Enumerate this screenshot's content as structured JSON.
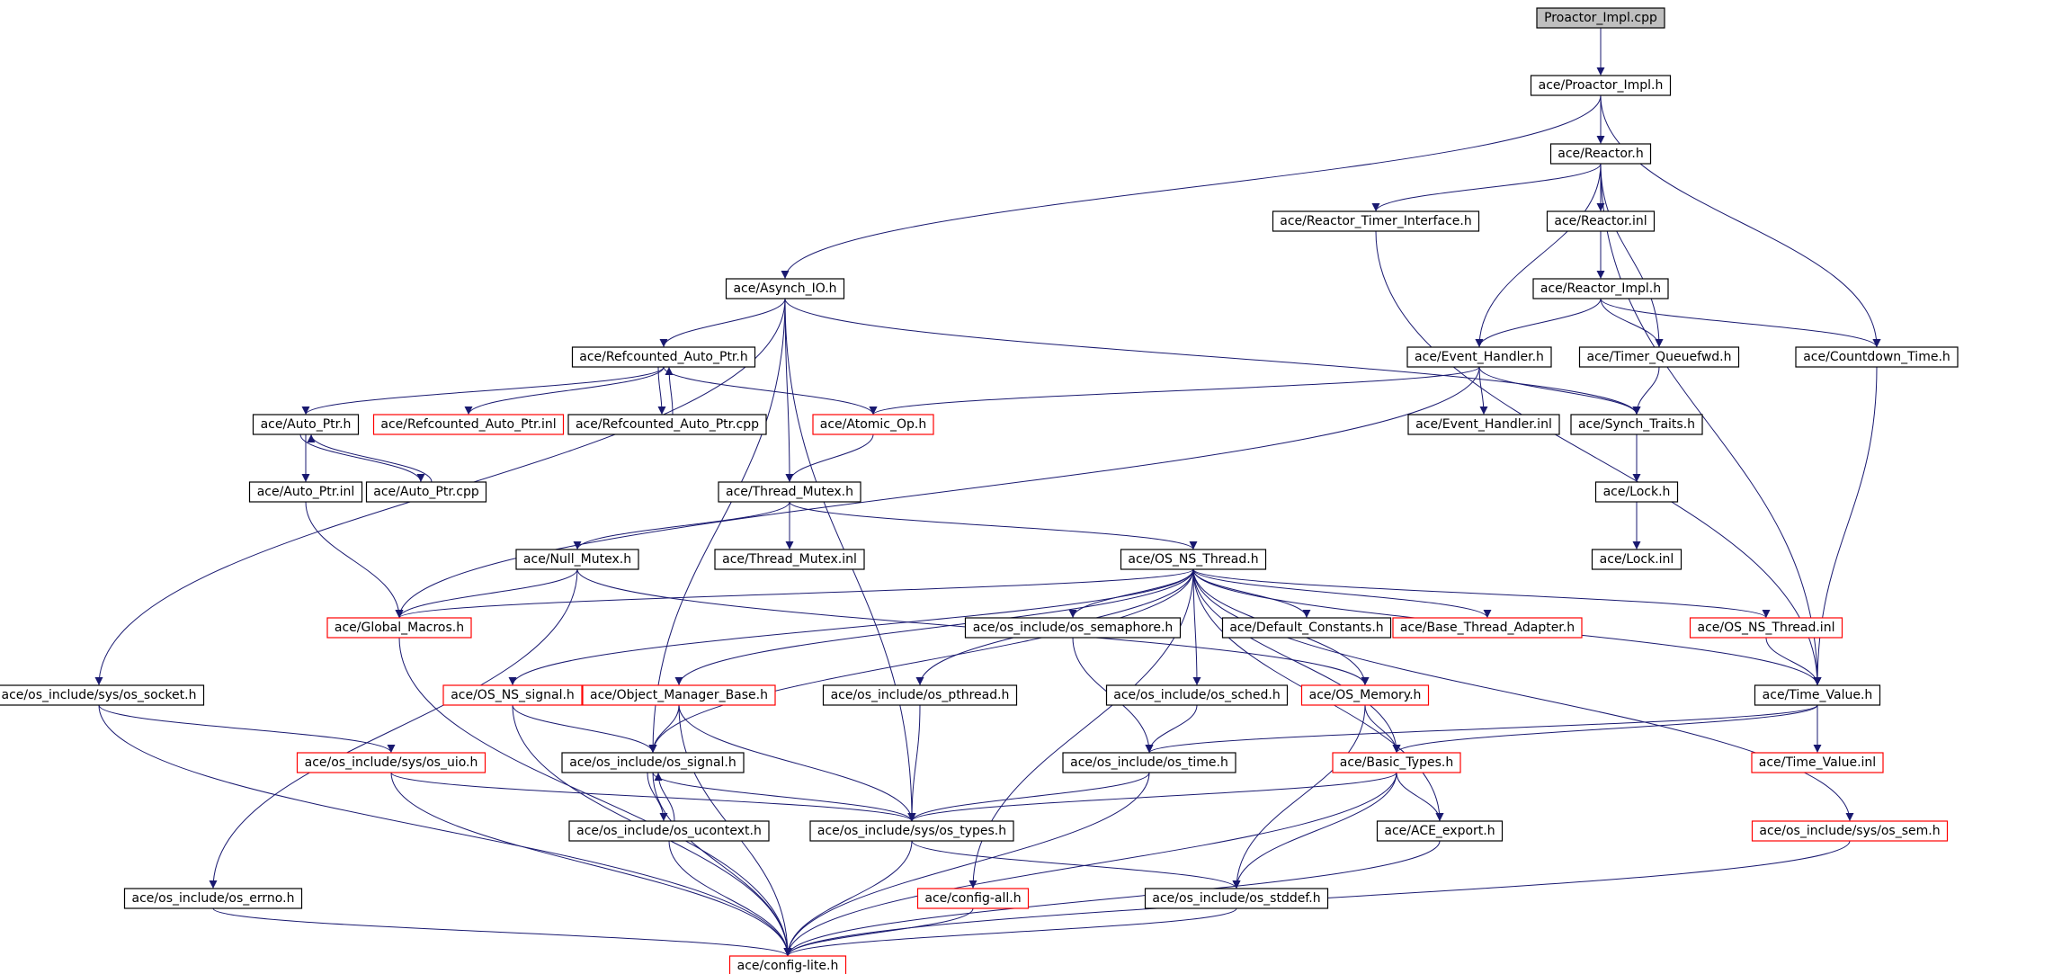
{
  "nodes": [
    {
      "id": "proactor_cpp",
      "label": "Proactor_Impl.cpp",
      "style": "root"
    },
    {
      "id": "proactor_h",
      "label": "ace/Proactor_Impl.h",
      "style": "normal"
    },
    {
      "id": "reactor_h",
      "label": "ace/Reactor.h",
      "style": "normal"
    },
    {
      "id": "reactor_timer_if",
      "label": "ace/Reactor_Timer_Interface.h",
      "style": "normal"
    },
    {
      "id": "reactor_inl",
      "label": "ace/Reactor.inl",
      "style": "normal"
    },
    {
      "id": "asynch_io",
      "label": "ace/Asynch_IO.h",
      "style": "normal"
    },
    {
      "id": "reactor_impl",
      "label": "ace/Reactor_Impl.h",
      "style": "normal"
    },
    {
      "id": "refcounted_h",
      "label": "ace/Refcounted_Auto_Ptr.h",
      "style": "normal"
    },
    {
      "id": "event_handler_h",
      "label": "ace/Event_Handler.h",
      "style": "normal"
    },
    {
      "id": "timer_queuefwd",
      "label": "ace/Timer_Queuefwd.h",
      "style": "normal"
    },
    {
      "id": "countdown_time",
      "label": "ace/Countdown_Time.h",
      "style": "normal"
    },
    {
      "id": "auto_ptr_h",
      "label": "ace/Auto_Ptr.h",
      "style": "normal"
    },
    {
      "id": "refcounted_inl",
      "label": "ace/Refcounted_Auto_Ptr.inl",
      "style": "truncated"
    },
    {
      "id": "refcounted_cpp",
      "label": "ace/Refcounted_Auto_Ptr.cpp",
      "style": "normal"
    },
    {
      "id": "atomic_op",
      "label": "ace/Atomic_Op.h",
      "style": "truncated"
    },
    {
      "id": "event_handler_inl",
      "label": "ace/Event_Handler.inl",
      "style": "normal"
    },
    {
      "id": "synch_traits",
      "label": "ace/Synch_Traits.h",
      "style": "normal"
    },
    {
      "id": "auto_ptr_inl",
      "label": "ace/Auto_Ptr.inl",
      "style": "normal"
    },
    {
      "id": "auto_ptr_cpp",
      "label": "ace/Auto_Ptr.cpp",
      "style": "normal"
    },
    {
      "id": "thread_mutex_h",
      "label": "ace/Thread_Mutex.h",
      "style": "normal"
    },
    {
      "id": "lock_h",
      "label": "ace/Lock.h",
      "style": "normal"
    },
    {
      "id": "null_mutex",
      "label": "ace/Null_Mutex.h",
      "style": "normal"
    },
    {
      "id": "thread_mutex_inl",
      "label": "ace/Thread_Mutex.inl",
      "style": "normal"
    },
    {
      "id": "os_ns_thread_h",
      "label": "ace/OS_NS_Thread.h",
      "style": "normal"
    },
    {
      "id": "lock_inl",
      "label": "ace/Lock.inl",
      "style": "normal"
    },
    {
      "id": "global_macros",
      "label": "ace/Global_Macros.h",
      "style": "truncated"
    },
    {
      "id": "os_semaphore",
      "label": "ace/os_include/os_semaphore.h",
      "style": "normal"
    },
    {
      "id": "default_constants",
      "label": "ace/Default_Constants.h",
      "style": "normal"
    },
    {
      "id": "base_thread_adapter",
      "label": "ace/Base_Thread_Adapter.h",
      "style": "truncated"
    },
    {
      "id": "os_ns_thread_inl",
      "label": "ace/OS_NS_Thread.inl",
      "style": "truncated"
    },
    {
      "id": "os_socket",
      "label": "ace/os_include/sys/os_socket.h",
      "style": "normal"
    },
    {
      "id": "os_ns_signal",
      "label": "ace/OS_NS_signal.h",
      "style": "truncated"
    },
    {
      "id": "object_manager_base",
      "label": "ace/Object_Manager_Base.h",
      "style": "truncated"
    },
    {
      "id": "os_pthread",
      "label": "ace/os_include/os_pthread.h",
      "style": "normal"
    },
    {
      "id": "os_sched",
      "label": "ace/os_include/os_sched.h",
      "style": "normal"
    },
    {
      "id": "os_memory",
      "label": "ace/OS_Memory.h",
      "style": "truncated"
    },
    {
      "id": "time_value_h",
      "label": "ace/Time_Value.h",
      "style": "normal"
    },
    {
      "id": "os_uio",
      "label": "ace/os_include/sys/os_uio.h",
      "style": "truncated"
    },
    {
      "id": "os_signal",
      "label": "ace/os_include/os_signal.h",
      "style": "normal"
    },
    {
      "id": "os_time",
      "label": "ace/os_include/os_time.h",
      "style": "normal"
    },
    {
      "id": "basic_types",
      "label": "ace/Basic_Types.h",
      "style": "truncated"
    },
    {
      "id": "time_value_inl",
      "label": "ace/Time_Value.inl",
      "style": "truncated"
    },
    {
      "id": "os_ucontext",
      "label": "ace/os_include/os_ucontext.h",
      "style": "normal"
    },
    {
      "id": "os_types",
      "label": "ace/os_include/sys/os_types.h",
      "style": "normal"
    },
    {
      "id": "ace_export",
      "label": "ace/ACE_export.h",
      "style": "normal"
    },
    {
      "id": "os_sem",
      "label": "ace/os_include/sys/os_sem.h",
      "style": "truncated"
    },
    {
      "id": "os_errno",
      "label": "ace/os_include/os_errno.h",
      "style": "normal"
    },
    {
      "id": "config_all",
      "label": "ace/config-all.h",
      "style": "truncated"
    },
    {
      "id": "os_stddef",
      "label": "ace/os_include/os_stddef.h",
      "style": "normal"
    },
    {
      "id": "config_lite",
      "label": "ace/config-lite.h",
      "style": "truncated"
    }
  ],
  "edges": [
    [
      "proactor_cpp",
      "proactor_h"
    ],
    [
      "proactor_h",
      "reactor_h"
    ],
    [
      "proactor_h",
      "asynch_io"
    ],
    [
      "proactor_h",
      "countdown_time"
    ],
    [
      "reactor_h",
      "reactor_timer_if"
    ],
    [
      "reactor_h",
      "reactor_inl"
    ],
    [
      "reactor_h",
      "event_handler_h"
    ],
    [
      "reactor_h",
      "timer_queuefwd"
    ],
    [
      "reactor_h",
      "time_value_h"
    ],
    [
      "reactor_timer_if",
      "time_value_h"
    ],
    [
      "reactor_inl",
      "reactor_impl"
    ],
    [
      "reactor_impl",
      "event_handler_h"
    ],
    [
      "reactor_impl",
      "timer_queuefwd"
    ],
    [
      "reactor_impl",
      "countdown_time"
    ],
    [
      "asynch_io",
      "refcounted_h"
    ],
    [
      "asynch_io",
      "thread_mutex_h"
    ],
    [
      "asynch_io",
      "synch_traits"
    ],
    [
      "asynch_io",
      "os_socket"
    ],
    [
      "asynch_io",
      "os_signal"
    ],
    [
      "asynch_io",
      "os_types"
    ],
    [
      "refcounted_h",
      "auto_ptr_h"
    ],
    [
      "refcounted_h",
      "refcounted_inl"
    ],
    [
      "refcounted_h",
      "refcounted_cpp"
    ],
    [
      "refcounted_cpp",
      "refcounted_h"
    ],
    [
      "refcounted_h",
      "atomic_op"
    ],
    [
      "event_handler_h",
      "atomic_op"
    ],
    [
      "event_handler_h",
      "event_handler_inl"
    ],
    [
      "event_handler_h",
      "synch_traits"
    ],
    [
      "event_handler_h",
      "global_macros"
    ],
    [
      "timer_queuefwd",
      "synch_traits"
    ],
    [
      "countdown_time",
      "time_value_h"
    ],
    [
      "auto_ptr_h",
      "auto_ptr_inl"
    ],
    [
      "auto_ptr_h",
      "auto_ptr_cpp"
    ],
    [
      "auto_ptr_cpp",
      "auto_ptr_h"
    ],
    [
      "atomic_op",
      "thread_mutex_h"
    ],
    [
      "synch_traits",
      "lock_h"
    ],
    [
      "auto_ptr_inl",
      "global_macros"
    ],
    [
      "thread_mutex_h",
      "null_mutex"
    ],
    [
      "thread_mutex_h",
      "thread_mutex_inl"
    ],
    [
      "thread_mutex_h",
      "os_ns_thread_h"
    ],
    [
      "lock_h",
      "lock_inl"
    ],
    [
      "null_mutex",
      "global_macros"
    ],
    [
      "null_mutex",
      "os_memory"
    ],
    [
      "null_mutex",
      "os_errno"
    ],
    [
      "os_ns_thread_h",
      "global_macros"
    ],
    [
      "os_ns_thread_h",
      "os_semaphore"
    ],
    [
      "os_ns_thread_h",
      "default_constants"
    ],
    [
      "os_ns_thread_h",
      "base_thread_adapter"
    ],
    [
      "os_ns_thread_h",
      "os_ns_thread_inl"
    ],
    [
      "os_ns_thread_h",
      "os_ns_signal"
    ],
    [
      "os_ns_thread_h",
      "object_manager_base"
    ],
    [
      "os_ns_thread_h",
      "os_pthread"
    ],
    [
      "os_ns_thread_h",
      "os_sched"
    ],
    [
      "os_ns_thread_h",
      "os_memory"
    ],
    [
      "os_ns_thread_h",
      "os_signal"
    ],
    [
      "os_ns_thread_h",
      "basic_types"
    ],
    [
      "os_ns_thread_h",
      "config_all"
    ],
    [
      "os_ns_thread_h",
      "time_value_h"
    ],
    [
      "os_ns_thread_h",
      "ace_export"
    ],
    [
      "os_ns_thread_h",
      "os_sem"
    ],
    [
      "global_macros",
      "config_lite"
    ],
    [
      "os_semaphore",
      "os_time"
    ],
    [
      "os_ns_thread_inl",
      "time_value_h"
    ],
    [
      "os_socket",
      "os_uio"
    ],
    [
      "os_socket",
      "config_lite"
    ],
    [
      "os_ns_signal",
      "os_signal"
    ],
    [
      "os_ns_signal",
      "config_lite"
    ],
    [
      "object_manager_base",
      "os_signal"
    ],
    [
      "object_manager_base",
      "os_types"
    ],
    [
      "object_manager_base",
      "config_lite"
    ],
    [
      "os_pthread",
      "os_types"
    ],
    [
      "os_sched",
      "os_time"
    ],
    [
      "os_memory",
      "basic_types"
    ],
    [
      "os_memory",
      "os_stddef"
    ],
    [
      "time_value_h",
      "time_value_inl"
    ],
    [
      "time_value_h",
      "os_time"
    ],
    [
      "time_value_h",
      "basic_types"
    ],
    [
      "os_uio",
      "os_types"
    ],
    [
      "os_uio",
      "config_lite"
    ],
    [
      "os_signal",
      "os_ucontext"
    ],
    [
      "os_ucontext",
      "os_signal"
    ],
    [
      "os_signal",
      "os_types"
    ],
    [
      "os_signal",
      "config_lite"
    ],
    [
      "os_time",
      "os_types"
    ],
    [
      "os_time",
      "config_lite"
    ],
    [
      "basic_types",
      "os_types"
    ],
    [
      "basic_types",
      "ace_export"
    ],
    [
      "basic_types",
      "os_stddef"
    ],
    [
      "basic_types",
      "config_lite"
    ],
    [
      "os_ucontext",
      "config_lite"
    ],
    [
      "os_types",
      "os_stddef"
    ],
    [
      "os_types",
      "config_lite"
    ],
    [
      "ace_export",
      "config_lite"
    ],
    [
      "os_sem",
      "config_lite"
    ],
    [
      "os_errno",
      "config_lite"
    ],
    [
      "config_all",
      "config_lite"
    ],
    [
      "os_stddef",
      "config_lite"
    ]
  ],
  "colors": {
    "edge": "#191970",
    "node_border": "#000000",
    "truncated_border": "#ff0000",
    "root_fill": "#bfbfbf",
    "node_fill": "#ffffff",
    "text": "#000000"
  }
}
